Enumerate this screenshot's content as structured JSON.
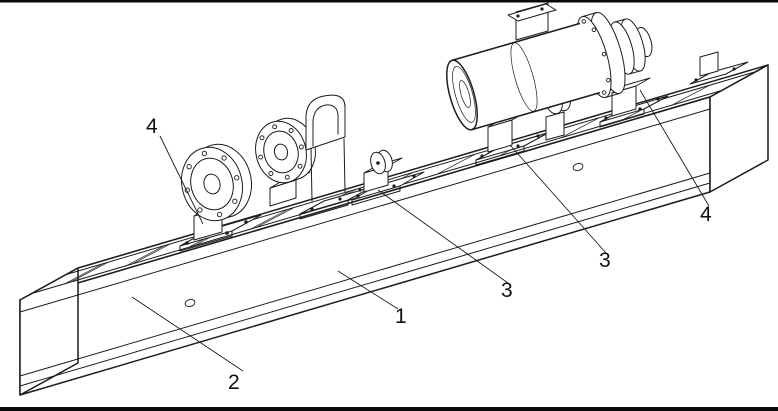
{
  "colors": {
    "background": "#ffffff",
    "line": "#1c1c1c"
  },
  "callouts": {
    "left4": "4",
    "bottom2": "2",
    "center1": "1",
    "lower3": "3",
    "upper3": "3",
    "right4": "4"
  }
}
